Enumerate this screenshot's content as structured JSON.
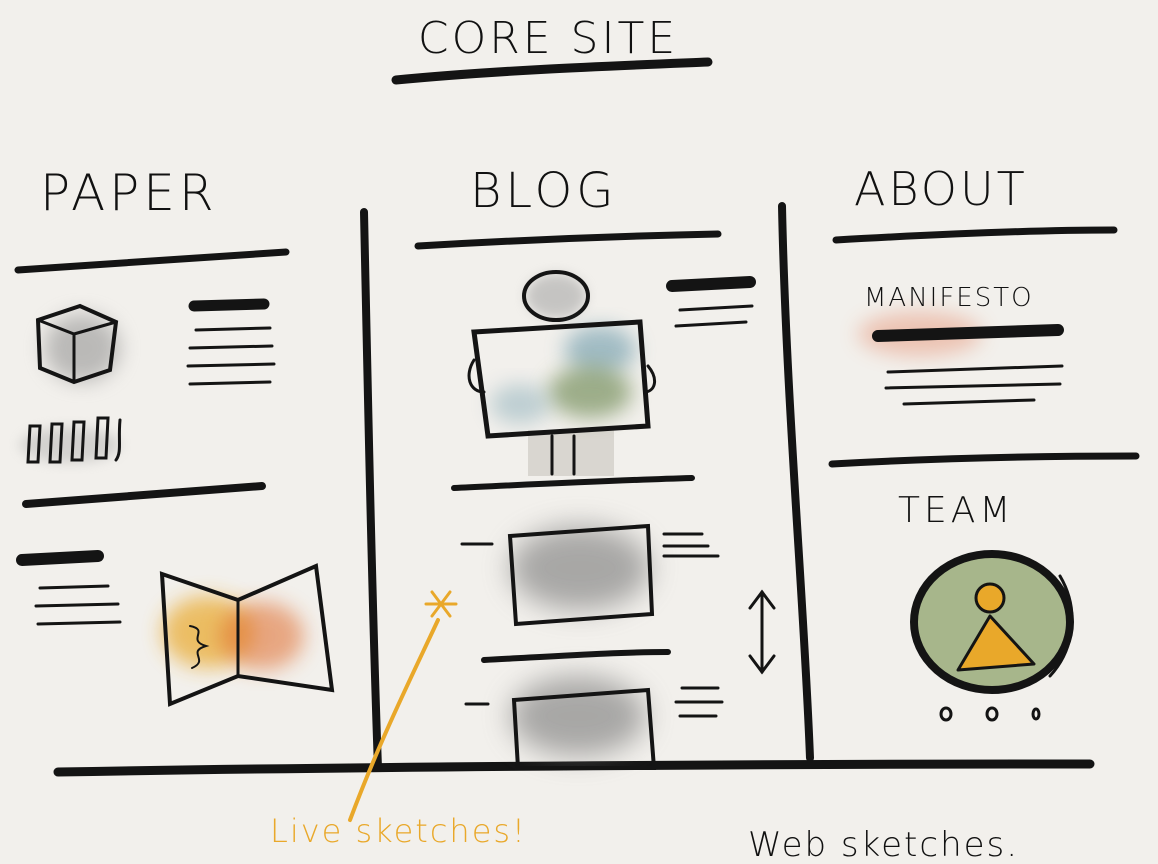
{
  "title": "CORE SITE",
  "columns": {
    "paper": {
      "heading": "PAPER"
    },
    "blog": {
      "heading": "BLOG"
    },
    "about": {
      "heading": "ABOUT",
      "manifesto_label": "MANIFESTO",
      "team_label": "TEAM"
    }
  },
  "annotations": {
    "live": "Live sketches!",
    "footer": "Web sketches."
  },
  "colors": {
    "ink": "#141414",
    "paper_bg": "#f2f0ec",
    "accent_orange": "#e9a82a",
    "watercolor_teal": "#7fa6b3",
    "watercolor_green": "#6f8a55",
    "watercolor_red": "#e58a6a",
    "avatar_green": "#9aab7a"
  },
  "icons": {
    "cube": "cube-icon",
    "pencils": "pencils-icon",
    "book": "open-book-icon",
    "scroll": "scroll-arrow-icon",
    "avatar": "team-avatar-icon",
    "carousel": "carousel-dots-icon",
    "star": "sparkle-icon"
  }
}
